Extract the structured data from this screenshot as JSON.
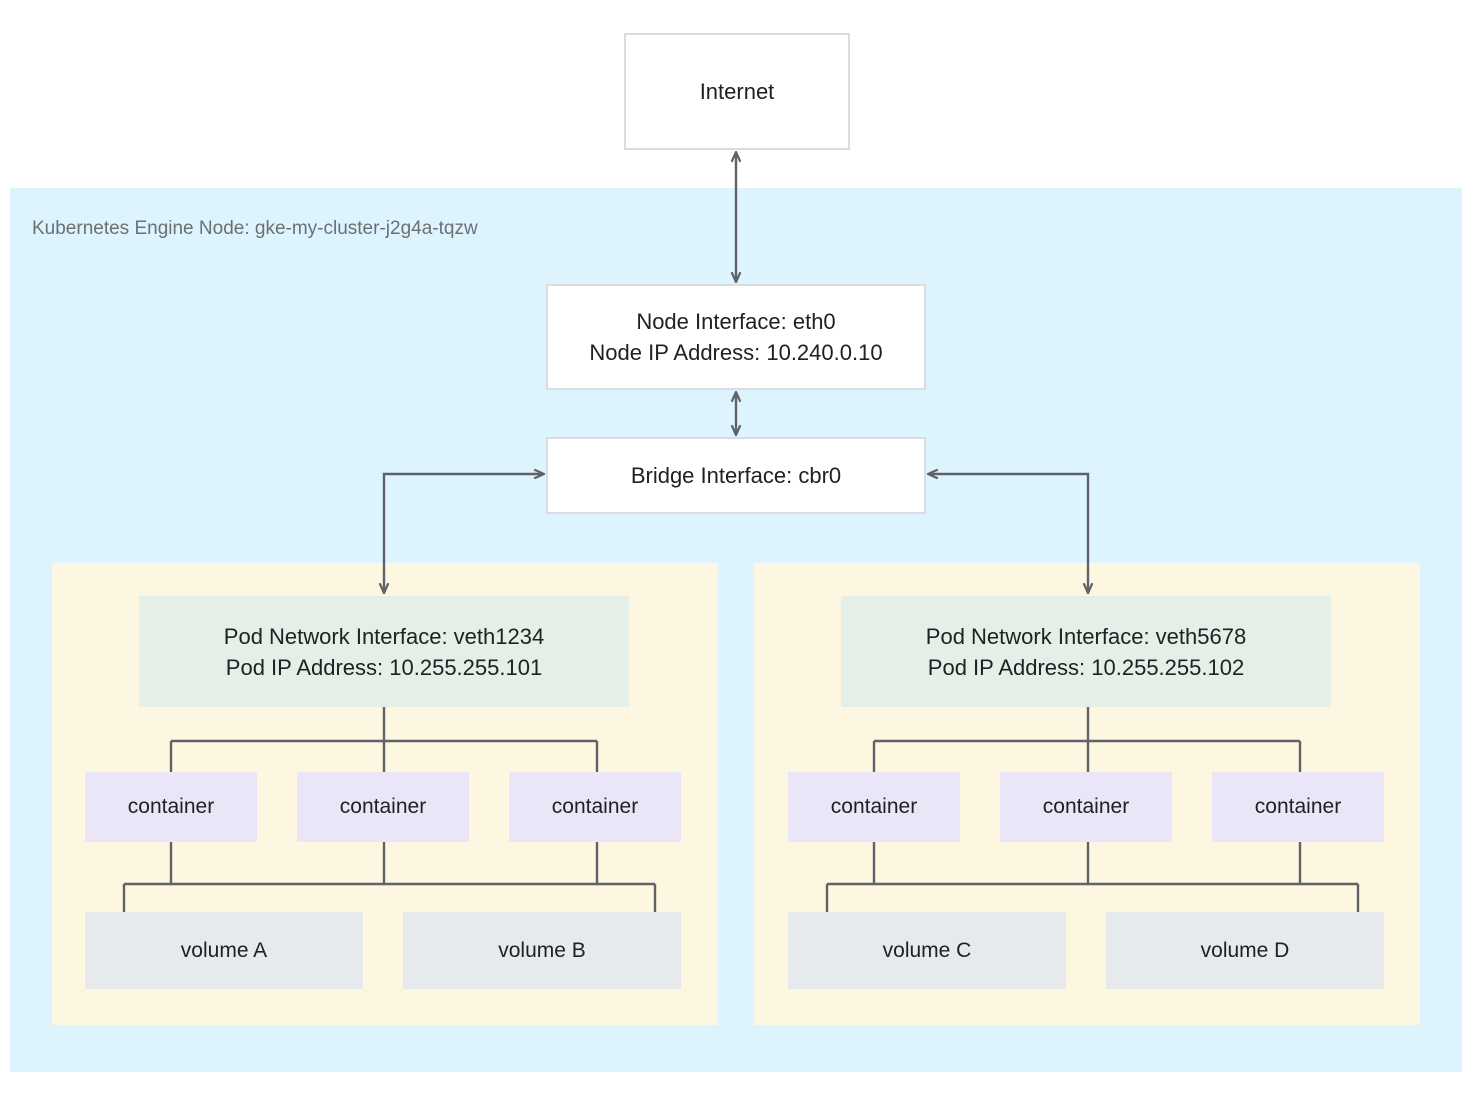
{
  "diagram": {
    "title_text": "Kubernetes Engine Node: gke-my-cluster-j2g4a-tqzw",
    "colors": {
      "node_region_bg": "#ddf3fd",
      "pod_region_bg": "#fdf6e0",
      "pod_iface_bg": "#e3efe7",
      "container_bg": "#ebe6f7",
      "volume_bg": "#e6eaed",
      "box_border": "#dadce0",
      "connector": "#5f6368",
      "text": "#202124",
      "label_text": "#6b7173",
      "page_bg": "#ffffff"
    }
  },
  "internet": {
    "label": "Internet"
  },
  "node": {
    "label": "Kubernetes Engine Node: gke-my-cluster-j2g4a-tqzw",
    "interface": {
      "line1": "Node Interface: eth0",
      "line2": "Node IP Address: 10.240.0.10"
    },
    "bridge": {
      "label": "Bridge Interface: cbr0"
    }
  },
  "pods": [
    {
      "id": "pod-left",
      "network_interface": "Pod Network Interface: veth1234",
      "ip_address": "Pod IP Address: 10.255.255.101",
      "containers": [
        {
          "label": "container"
        },
        {
          "label": "container"
        },
        {
          "label": "container"
        }
      ],
      "volumes": [
        {
          "label": "volume A"
        },
        {
          "label": "volume B"
        }
      ]
    },
    {
      "id": "pod-right",
      "network_interface": "Pod Network Interface: veth5678",
      "ip_address": "Pod IP Address: 10.255.255.102",
      "containers": [
        {
          "label": "container"
        },
        {
          "label": "container"
        },
        {
          "label": "container"
        }
      ],
      "volumes": [
        {
          "label": "volume C"
        },
        {
          "label": "volume D"
        }
      ]
    }
  ]
}
